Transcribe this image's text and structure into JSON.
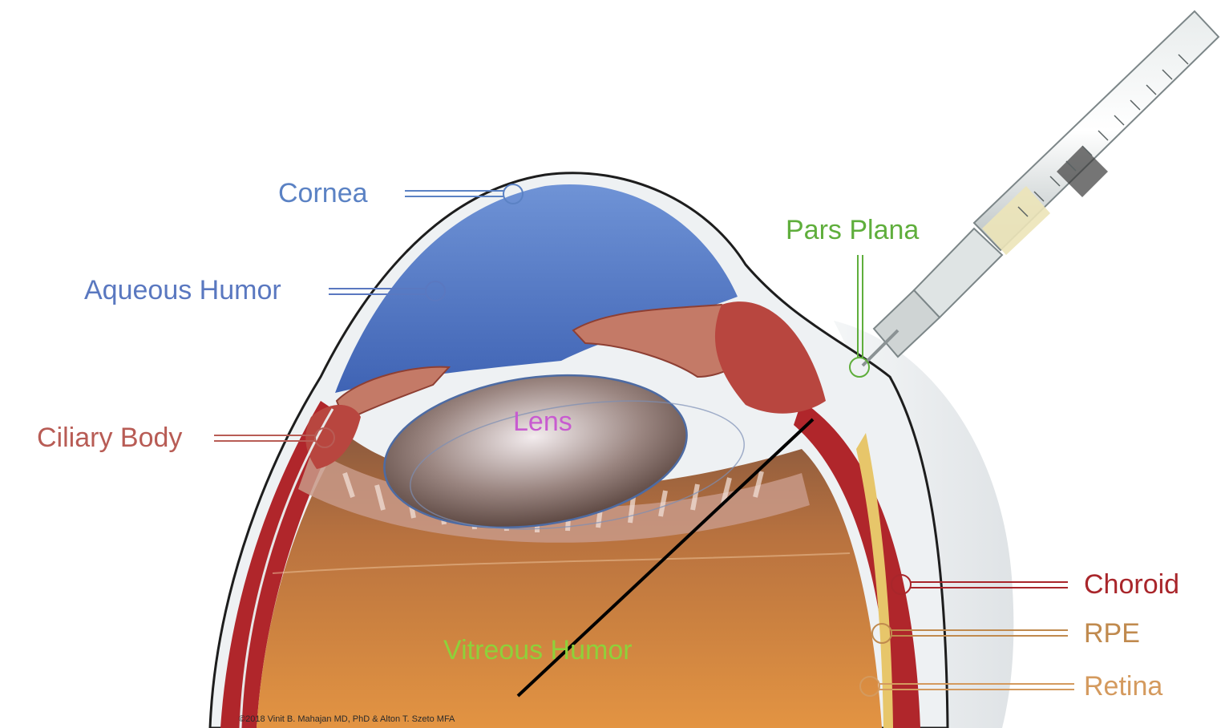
{
  "labels": {
    "cornea": "Cornea",
    "aqueous": "Aqueous Humor",
    "ciliary": "Ciliary Body",
    "lens": "Lens",
    "pars_plana": "Pars Plana",
    "vitreous": "Vitreous Humor",
    "choroid": "Choroid",
    "rpe": "RPE",
    "retina": "Retina"
  },
  "credit": "©2018 Vinit B. Mahajan MD, PhD & Alton T. Szeto MFA",
  "colors": {
    "cornea": "#5b82c4",
    "aqueous": "#5a78c0",
    "ciliary": "#b85c55",
    "lens": "#c85bd0",
    "pars_plana": "#5fae3c",
    "vitreous": "#8ed13a",
    "choroid": "#a9262b",
    "rpe": "#c08a4e",
    "retina": "#d49a5e"
  }
}
